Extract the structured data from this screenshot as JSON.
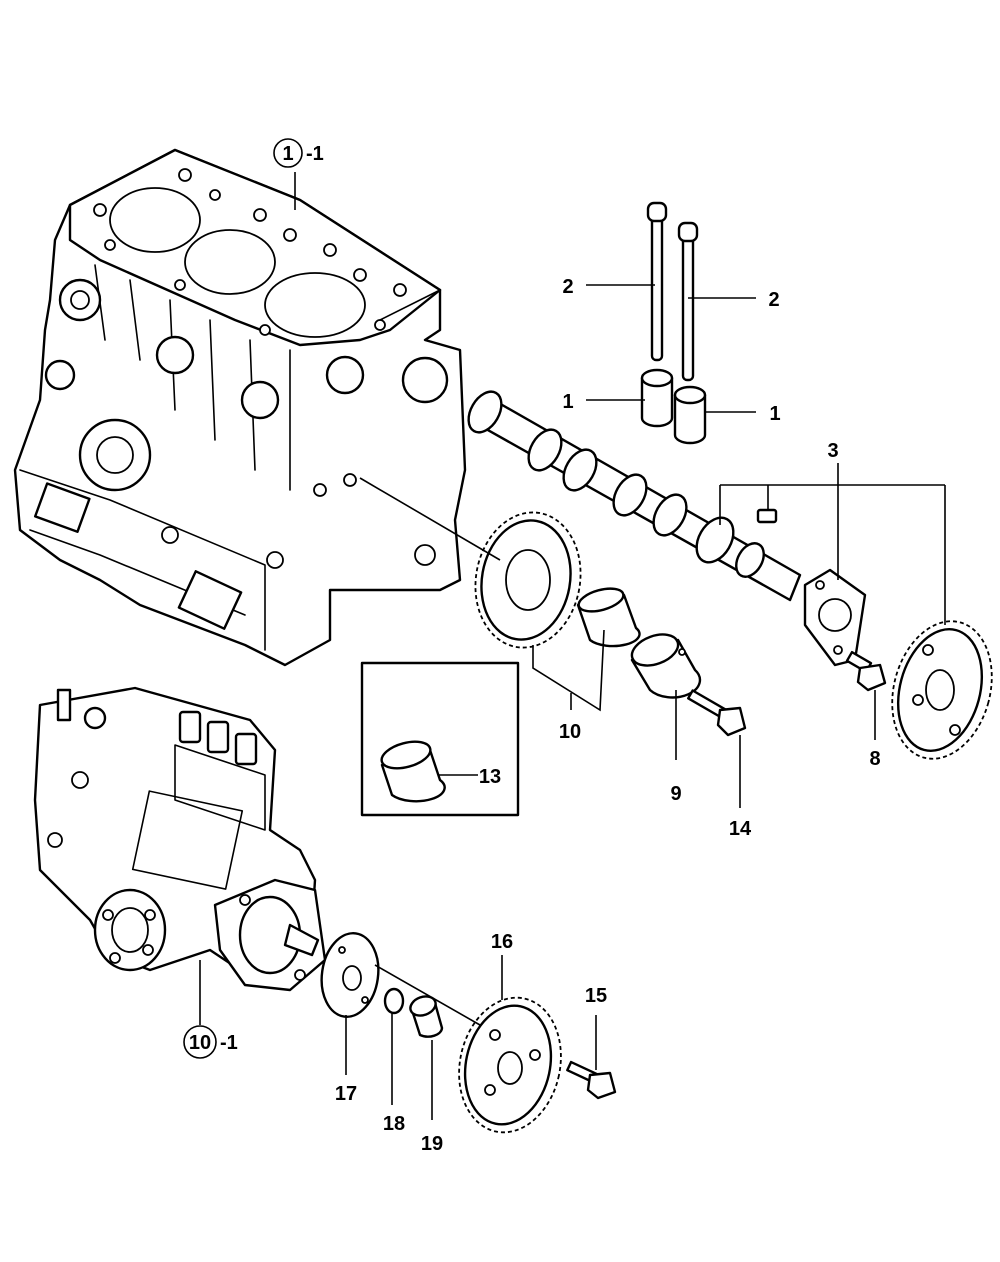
{
  "callouts": [
    {
      "id": "c1a",
      "text": "1"
    },
    {
      "id": "c1b",
      "text": "1"
    },
    {
      "id": "c2a",
      "text": "2"
    },
    {
      "id": "c2b",
      "text": "2"
    },
    {
      "id": "c3",
      "text": "3"
    },
    {
      "id": "c8",
      "text": "8"
    },
    {
      "id": "c9",
      "text": "9"
    },
    {
      "id": "c10",
      "text": "10"
    },
    {
      "id": "c13",
      "text": "13"
    },
    {
      "id": "c14",
      "text": "14"
    },
    {
      "id": "c15",
      "text": "15"
    },
    {
      "id": "c16",
      "text": "16"
    },
    {
      "id": "c17",
      "text": "17"
    },
    {
      "id": "c18",
      "text": "18"
    },
    {
      "id": "c19",
      "text": "19"
    }
  ],
  "references": [
    {
      "id": "r1",
      "circled": "1",
      "suffix": "-1"
    },
    {
      "id": "r10",
      "circled": "10",
      "suffix": "-1"
    }
  ]
}
